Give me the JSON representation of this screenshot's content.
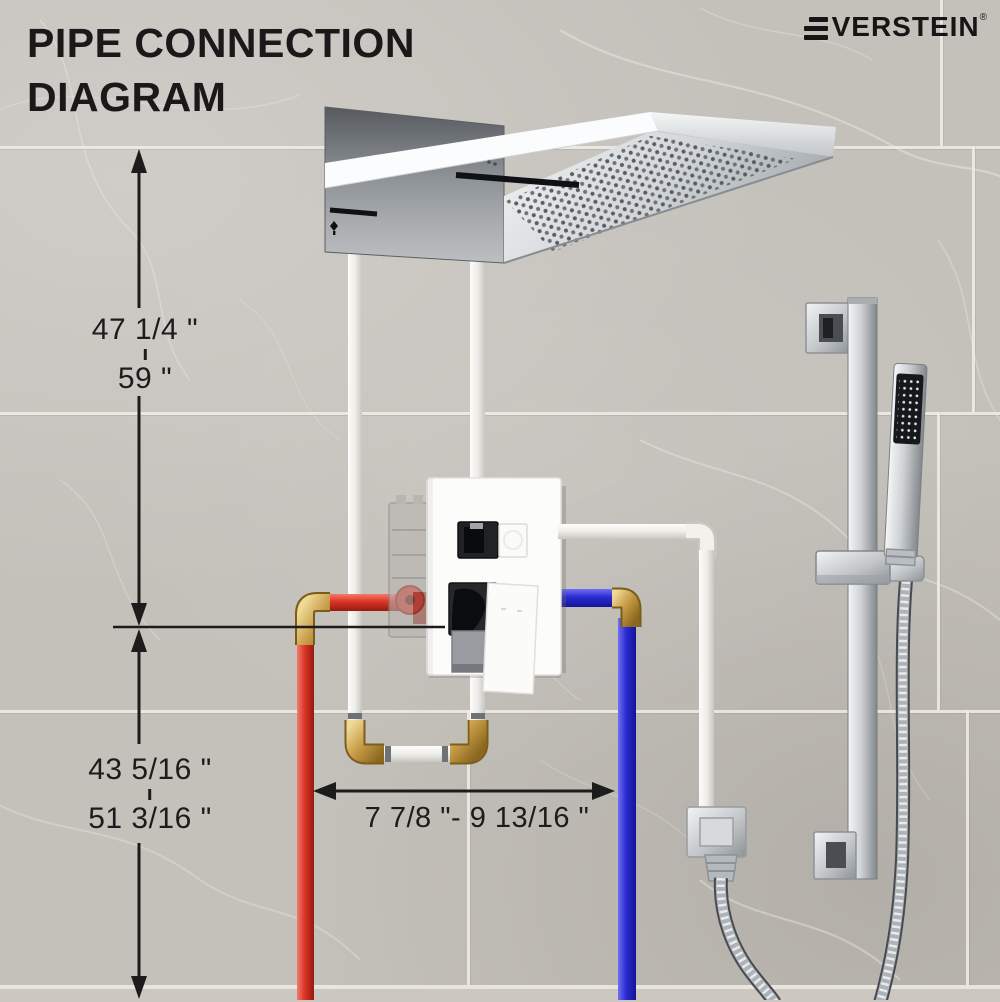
{
  "title": {
    "line1": "PIPE CONNECTION",
    "line2": "DIAGRAM"
  },
  "brand": {
    "name": "VERSTEIN",
    "registered": "®",
    "mark": "triple-bar-E-icon"
  },
  "measurements": {
    "shower_head_height": {
      "min": "47 1/4 \"",
      "separator": "-",
      "max": "59 \""
    },
    "valve_height": {
      "min": "43 5/16 \"",
      "separator": "-",
      "max": "51 3/16 \""
    },
    "supply_spacing": {
      "range": "7 7/8 \"- 9 13/16 \""
    }
  },
  "colors": {
    "hot_pipe": "#d5301f",
    "cold_pipe": "#2b2bd0",
    "brass_fitting": "#c59a45",
    "dimension_lines": "#1c1c1c",
    "wall": "#c4c0ba",
    "chrome": "#c9cdd0"
  }
}
